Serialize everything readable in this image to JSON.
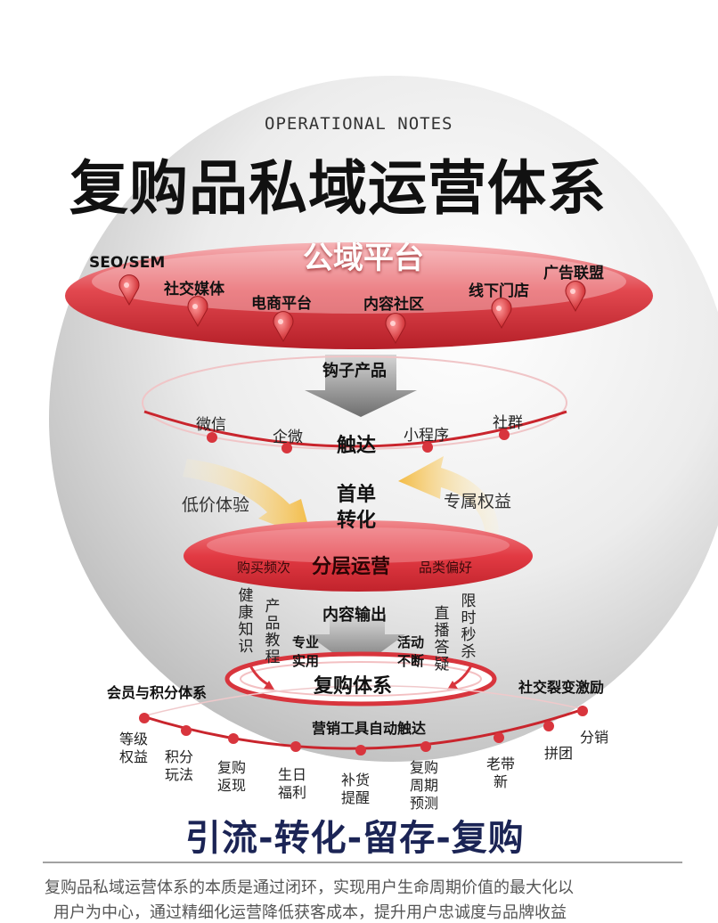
{
  "header": {
    "subtitle": "OPERATIONAL NOTES",
    "title": "复购品私域运营体系"
  },
  "public": {
    "title": "公域平台",
    "channels": [
      "SEO/SEM",
      "社交媒体",
      "电商平台",
      "内容社区",
      "线下门店",
      "广告联盟"
    ]
  },
  "hook": {
    "label": "钩子产品",
    "touch_title": "触达",
    "touchpoints": [
      "微信",
      "企微",
      "小程序",
      "社群"
    ]
  },
  "conversion": {
    "title_1": "首单",
    "title_2": "转化",
    "left": "低价体验",
    "right": "专属权益"
  },
  "layer": {
    "title": "分层运营",
    "left": "购买频次",
    "right": "品类偏好"
  },
  "content": {
    "label": "内容输出",
    "left_tag": "专业\n实用",
    "right_tag": "活动\n不断",
    "vertical_items": [
      "健康知识",
      "产品教程",
      "直播答疑",
      "限时秒杀"
    ]
  },
  "repurchase": {
    "title": "复购体系",
    "left_label": "会员与积分体系",
    "right_label": "社交裂变激励",
    "tools_label": "营销工具自动触达",
    "items": [
      "等级\n权益",
      "积分\n玩法",
      "复购\n返现",
      "生日\n福利",
      "补货\n提醒",
      "复购\n周期\n预测",
      "老带\n新",
      "拼团",
      "分销"
    ]
  },
  "slogan": "引流-转化-留存-复购",
  "footer": {
    "line1": "复购品私域运营体系的本质是通过闭环，实现用户生命周期价值的最大化以",
    "line2": "用户为中心，通过精细化运营降低获客成本，提升用户忠诚度与品牌收益"
  },
  "colors": {
    "accent_red": "#d8353d",
    "navy": "#1b2455",
    "arrow_yellow": "#f3b83a"
  }
}
